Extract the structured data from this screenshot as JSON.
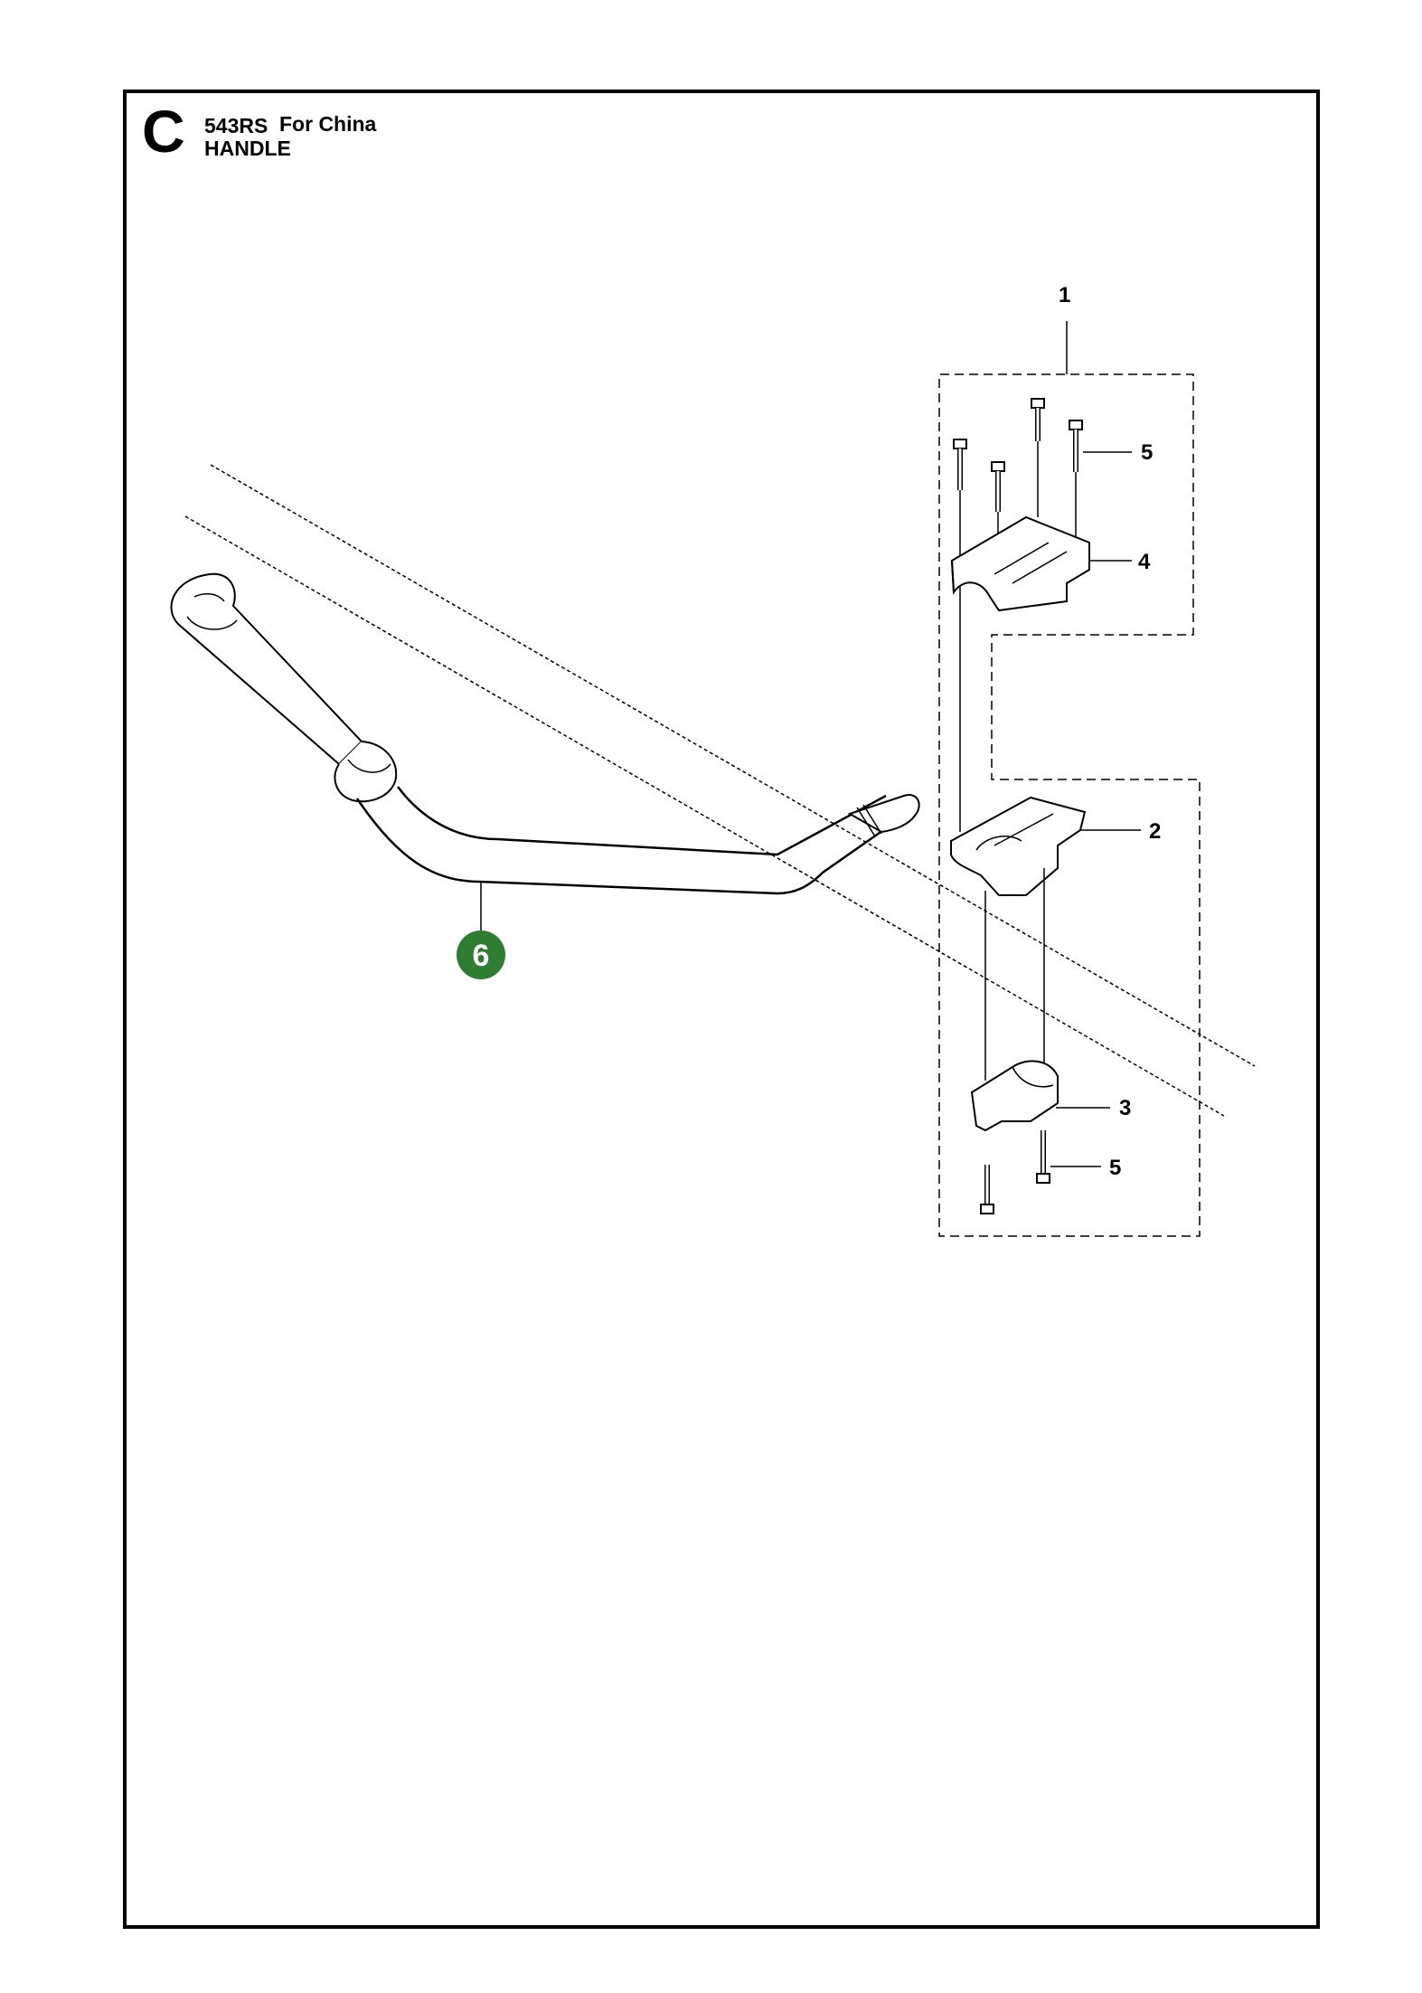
{
  "header": {
    "section_letter": "C",
    "model": "543RS",
    "market": "For China",
    "title": "HANDLE"
  },
  "callouts": [
    {
      "id": "1",
      "highlighted": false
    },
    {
      "id": "5",
      "highlighted": false
    },
    {
      "id": "4",
      "highlighted": false
    },
    {
      "id": "2",
      "highlighted": false
    },
    {
      "id": "3",
      "highlighted": false
    },
    {
      "id": "5",
      "highlighted": false
    },
    {
      "id": "6",
      "highlighted": true
    }
  ],
  "colors": {
    "line": "#000000",
    "highlight_badge": "#2e7d32",
    "part_fill": "#ffffff"
  }
}
